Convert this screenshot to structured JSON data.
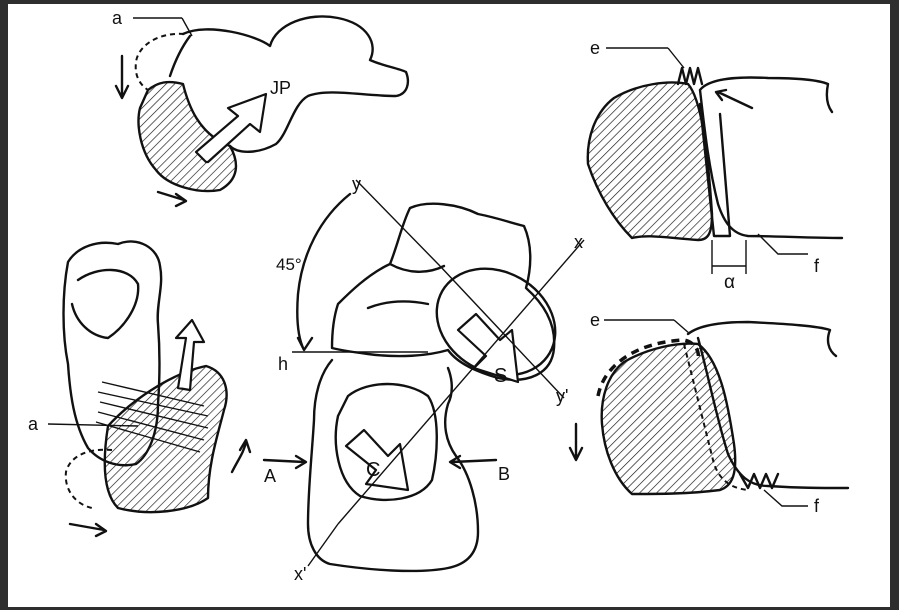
{
  "labels": {
    "a_top": "a",
    "jp": "JP",
    "y": "y",
    "angle_45": "45°",
    "x": "x",
    "h": "h",
    "s": "S",
    "y_prime": "y'",
    "a_left": "a",
    "arrow_a": "A",
    "c": "C",
    "arrow_b": "B",
    "x_prime": "x'",
    "e_top": "e",
    "f_top": "f",
    "alpha": "α",
    "e_bottom": "e",
    "f_bottom": "f"
  },
  "colors": {
    "frame": "#2e2e2e",
    "paper": "#ffffff",
    "ink": "#111111"
  }
}
